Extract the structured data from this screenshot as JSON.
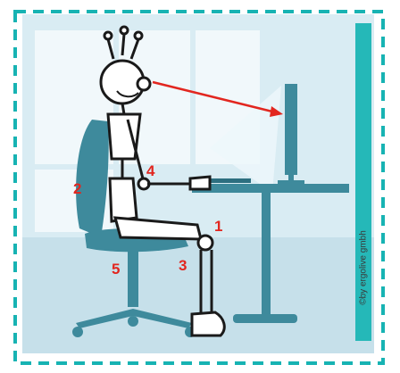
{
  "colors": {
    "frame_dash": "#17b3b3",
    "scene_bg": "#d9ecf3",
    "accent_teal": "#25b8b8",
    "furniture": "#3e8a9c",
    "number_red": "#e2261f"
  },
  "labels": {
    "n1": "1",
    "n2": "2",
    "n3": "3",
    "n4": "4",
    "n5": "5"
  },
  "credit": "©by ergolive gmbh"
}
